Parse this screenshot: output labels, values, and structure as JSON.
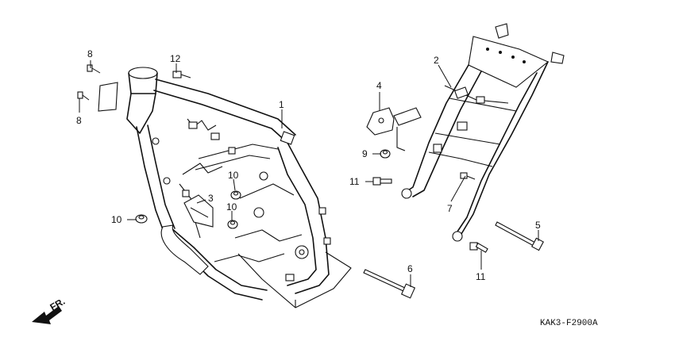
{
  "callouts": [
    {
      "id": "c1",
      "label": "1"
    },
    {
      "id": "c2",
      "label": "2"
    },
    {
      "id": "c3",
      "label": "3"
    },
    {
      "id": "c4",
      "label": "4"
    },
    {
      "id": "c5",
      "label": "5"
    },
    {
      "id": "c6",
      "label": "6"
    },
    {
      "id": "c7",
      "label": "7"
    },
    {
      "id": "c8a",
      "label": "8"
    },
    {
      "id": "c8b",
      "label": "8"
    },
    {
      "id": "c9",
      "label": "9"
    },
    {
      "id": "c10a",
      "label": "10"
    },
    {
      "id": "c10b",
      "label": "10"
    },
    {
      "id": "c10c",
      "label": "10"
    },
    {
      "id": "c11a",
      "label": "11"
    },
    {
      "id": "c11b",
      "label": "11"
    },
    {
      "id": "c12",
      "label": "12"
    }
  ],
  "direction_label": "FR.",
  "diagram_code": "KAK3-F2900A"
}
